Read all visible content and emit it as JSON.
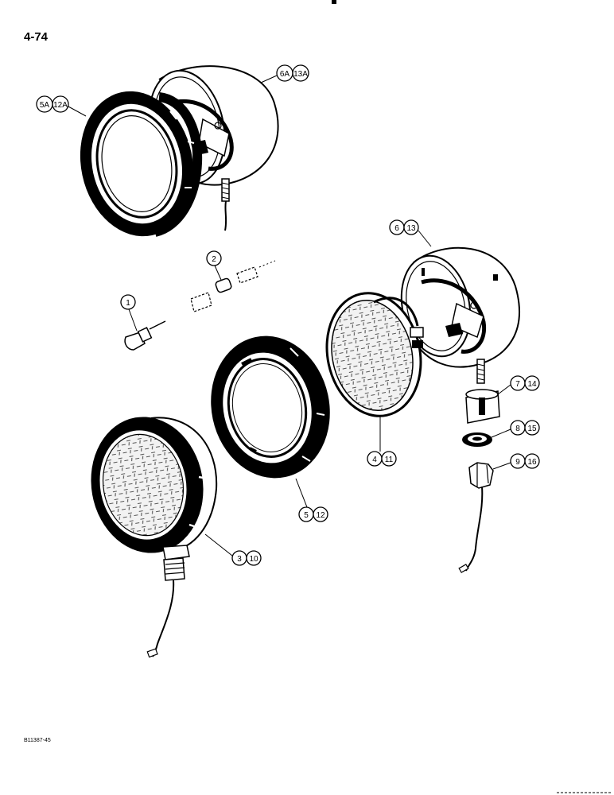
{
  "page": {
    "number": "4-74",
    "figure_code": "B11387-45"
  },
  "callouts": [
    {
      "id": "c-1",
      "labels": [
        "1"
      ]
    },
    {
      "id": "c-2",
      "labels": [
        "2"
      ]
    },
    {
      "id": "c-3-10",
      "labels": [
        "3",
        "10"
      ]
    },
    {
      "id": "c-4-11",
      "labels": [
        "4",
        "11"
      ]
    },
    {
      "id": "c-5-12",
      "labels": [
        "5",
        "12"
      ]
    },
    {
      "id": "c-5a-12a",
      "labels": [
        "5A",
        "12A"
      ]
    },
    {
      "id": "c-6-13",
      "labels": [
        "6",
        "13"
      ]
    },
    {
      "id": "c-6a-13a",
      "labels": [
        "6A",
        "13A"
      ]
    },
    {
      "id": "c-7-14",
      "labels": [
        "7",
        "14"
      ]
    },
    {
      "id": "c-8-15",
      "labels": [
        "8",
        "15"
      ]
    },
    {
      "id": "c-9-16",
      "labels": [
        "9",
        "16"
      ]
    }
  ]
}
